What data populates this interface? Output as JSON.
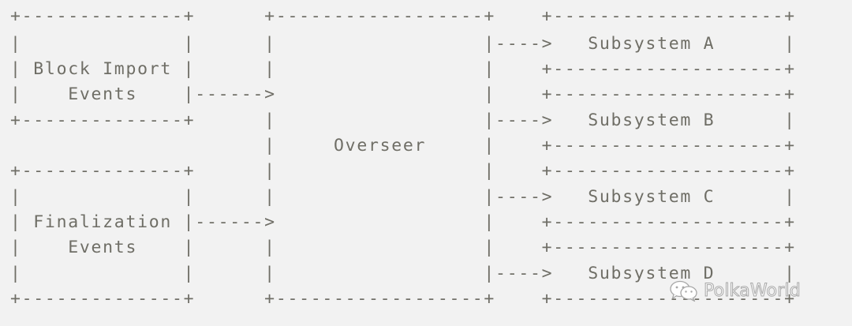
{
  "diagram": {
    "lines": [
      "+--------------+      +------------------+    +--------------------+",
      "|              |      |                  |---->   Subsystem A      |",
      "| Block Import |      |                  |    +--------------------+",
      "|    Events    |------>                  |    +--------------------+",
      "+--------------+      |                  |---->   Subsystem B      |",
      "                      |     Overseer     |    +--------------------+",
      "+--------------+      |                  |    +--------------------+",
      "|              |      |                  |---->   Subsystem C      |",
      "| Finalization |------>                  |    +--------------------+",
      "|    Events    |      |                  |    +--------------------+",
      "|              |      |                  |---->   Subsystem D      |",
      "+--------------+      +------------------+    +--------------------+"
    ],
    "colors": {
      "background": "#f2f2f2",
      "text": "#6f6e66",
      "watermark_fill": "#ffffff",
      "watermark_outline": "#a4a4a4"
    }
  },
  "watermark": {
    "text": "PolkaWorld",
    "icon": "wechat-icon"
  }
}
